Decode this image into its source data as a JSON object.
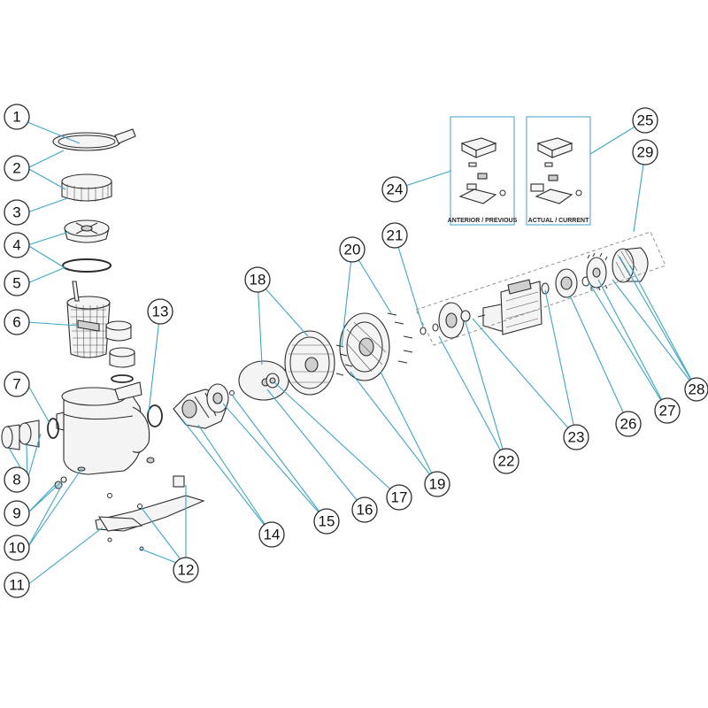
{
  "callouts": [
    {
      "id": "1",
      "label": "1"
    },
    {
      "id": "2",
      "label": "2"
    },
    {
      "id": "3",
      "label": "3"
    },
    {
      "id": "4",
      "label": "4"
    },
    {
      "id": "5",
      "label": "5"
    },
    {
      "id": "6",
      "label": "6"
    },
    {
      "id": "7",
      "label": "7"
    },
    {
      "id": "8",
      "label": "8"
    },
    {
      "id": "9",
      "label": "9"
    },
    {
      "id": "10",
      "label": "10"
    },
    {
      "id": "11",
      "label": "11"
    },
    {
      "id": "12",
      "label": "12"
    },
    {
      "id": "13",
      "label": "13"
    },
    {
      "id": "14",
      "label": "14"
    },
    {
      "id": "15",
      "label": "15"
    },
    {
      "id": "16",
      "label": "16"
    },
    {
      "id": "17",
      "label": "17"
    },
    {
      "id": "18",
      "label": "18"
    },
    {
      "id": "19",
      "label": "19"
    },
    {
      "id": "20",
      "label": "20"
    },
    {
      "id": "21",
      "label": "21"
    },
    {
      "id": "22",
      "label": "22"
    },
    {
      "id": "23",
      "label": "23"
    },
    {
      "id": "24",
      "label": "24"
    },
    {
      "id": "25",
      "label": "25"
    },
    {
      "id": "26",
      "label": "26"
    },
    {
      "id": "27",
      "label": "27"
    },
    {
      "id": "28",
      "label": "28"
    },
    {
      "id": "29",
      "label": "29"
    }
  ],
  "insets": {
    "previous_label": "ANTERIOR / PREVIOUS",
    "current_label": "ACTUAL / CURRENT"
  },
  "colors": {
    "leader": "#3aa7c9",
    "outline": "#2b2b2b",
    "inset_border": "#5ab3d0"
  }
}
